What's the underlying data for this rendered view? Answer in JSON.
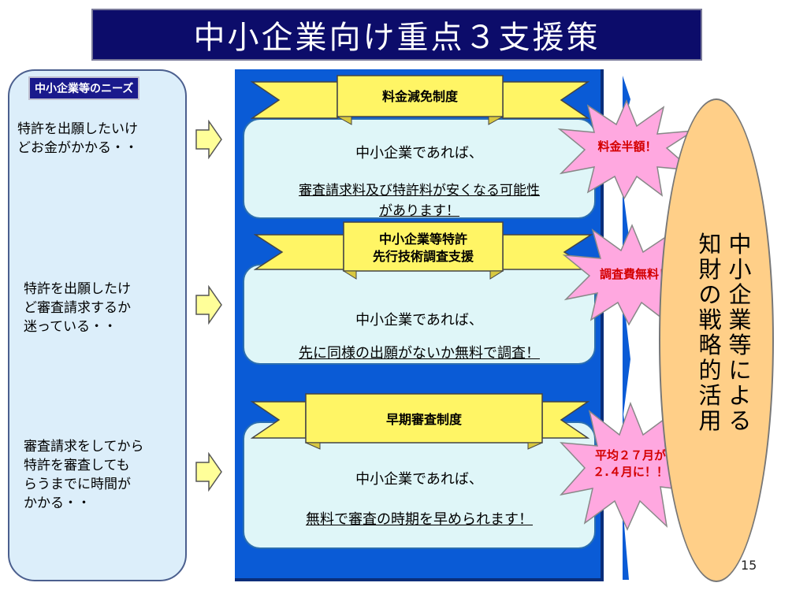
{
  "title": "中小企業向け重点３支援策",
  "needs": {
    "header": "中小企業等のニーズ",
    "items": [
      "特許を出願したいけ\nどお金がかかる・・",
      "特許を出願したけ\nど審査請求するか\n迷っている・・",
      "審査請求をしてから\n特許を審査しても\nらうまでに時間が\nかかる・・"
    ]
  },
  "measures": [
    {
      "ribbon": "料金減免制度",
      "line1": "中小企業であれば、",
      "line2": "審査請求料及び特許料が安くなる可能性",
      "line3": "があります！",
      "burst": "料金半額！"
    },
    {
      "ribbon": "中小企業等特許\n先行技術調査支援",
      "line1": "中小企業であれば、",
      "line2": "先に同様の出願がないか無料で調査！",
      "burst": "調査費無料！"
    },
    {
      "ribbon": "早期審査制度",
      "line1": "中小企業であれば、",
      "line2": "無料で審査の時期を早められます！",
      "burst": "平均２７月が\n２.４月に！！"
    }
  ],
  "oval": {
    "col_right": "中小企業等による",
    "col_left": "知財の戦略的活用"
  },
  "page_number": "15",
  "colors": {
    "title_bg": "#0c0c6a",
    "panel_blue": "#0a5bd6",
    "ribbon_yellow": "#fff565",
    "burst_pink": "#ffa8e0",
    "oval_orange": "#ffcf88",
    "burst_text": "#d40000"
  }
}
